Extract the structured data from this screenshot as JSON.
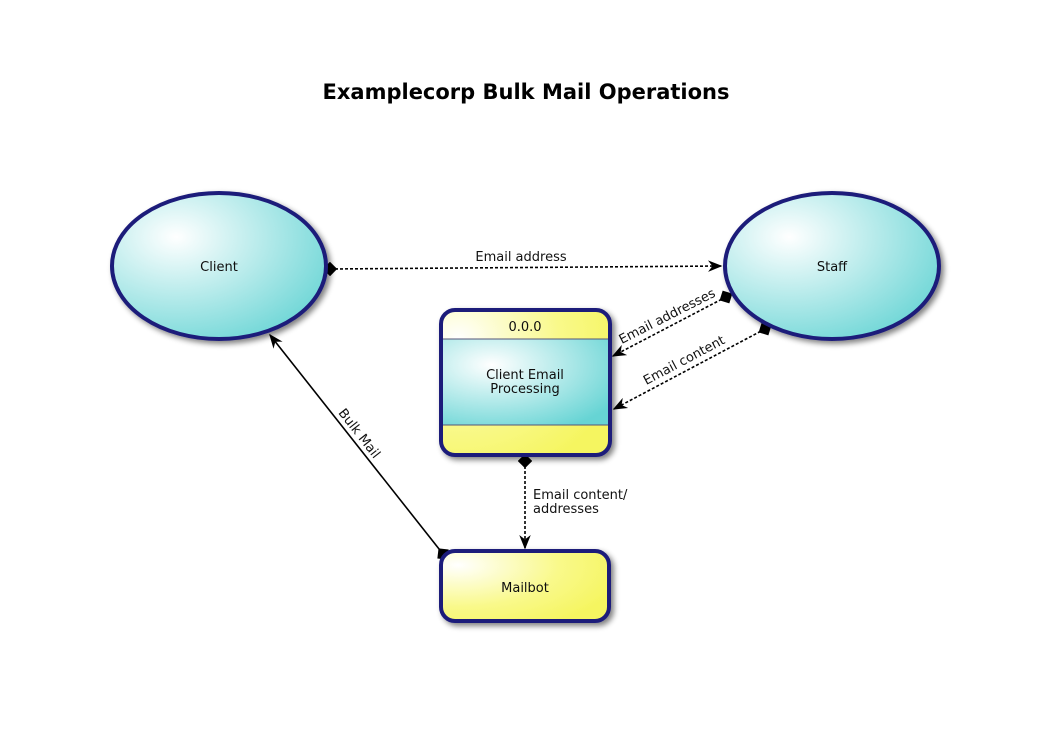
{
  "title": "Examplecorp Bulk Mail Operations",
  "nodes": {
    "client": {
      "label": "Client"
    },
    "staff": {
      "label": "Staff"
    },
    "process": {
      "id": "0.0.0",
      "label_line1": "Client Email",
      "label_line2": "Processing"
    },
    "mailbot": {
      "label": "Mailbot"
    }
  },
  "edges": {
    "client_staff": {
      "label": "Email address"
    },
    "staff_process_addresses": {
      "label": "Email addresses"
    },
    "staff_process_content": {
      "label": "Email content"
    },
    "process_mailbot": {
      "label_line1": "Email content/",
      "label_line2": "addresses"
    },
    "mailbot_client": {
      "label": "Bulk Mail"
    }
  },
  "colors": {
    "border": "#1c1c7a",
    "cyan": "#6fd6d6",
    "yellow": "#f7f76a"
  }
}
